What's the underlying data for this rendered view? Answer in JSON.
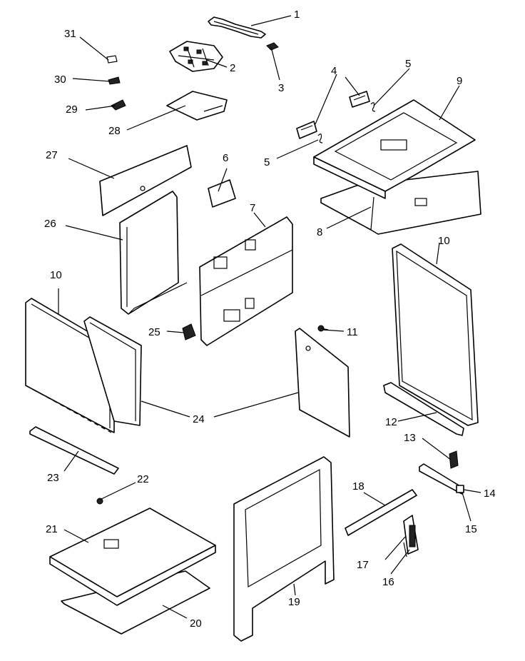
{
  "callouts": [
    {
      "id": "c1",
      "label": "1"
    },
    {
      "id": "c2",
      "label": "2"
    },
    {
      "id": "c3",
      "label": "3"
    },
    {
      "id": "c4",
      "label": "4"
    },
    {
      "id": "c5a",
      "label": "5"
    },
    {
      "id": "c5b",
      "label": "5"
    },
    {
      "id": "c6",
      "label": "6"
    },
    {
      "id": "c7",
      "label": "7"
    },
    {
      "id": "c8",
      "label": "8"
    },
    {
      "id": "c9",
      "label": "9"
    },
    {
      "id": "c10a",
      "label": "10"
    },
    {
      "id": "c10b",
      "label": "10"
    },
    {
      "id": "c11",
      "label": "11"
    },
    {
      "id": "c12",
      "label": "12"
    },
    {
      "id": "c13",
      "label": "13"
    },
    {
      "id": "c14",
      "label": "14"
    },
    {
      "id": "c15",
      "label": "15"
    },
    {
      "id": "c16",
      "label": "16"
    },
    {
      "id": "c17",
      "label": "17"
    },
    {
      "id": "c18",
      "label": "18"
    },
    {
      "id": "c19",
      "label": "19"
    },
    {
      "id": "c20",
      "label": "20"
    },
    {
      "id": "c21",
      "label": "21"
    },
    {
      "id": "c22",
      "label": "22"
    },
    {
      "id": "c23",
      "label": "23"
    },
    {
      "id": "c24",
      "label": "24"
    },
    {
      "id": "c25",
      "label": "25"
    },
    {
      "id": "c26",
      "label": "26"
    },
    {
      "id": "c27",
      "label": "27"
    },
    {
      "id": "c28",
      "label": "28"
    },
    {
      "id": "c29",
      "label": "29"
    },
    {
      "id": "c30",
      "label": "30"
    },
    {
      "id": "c31",
      "label": "31"
    }
  ]
}
